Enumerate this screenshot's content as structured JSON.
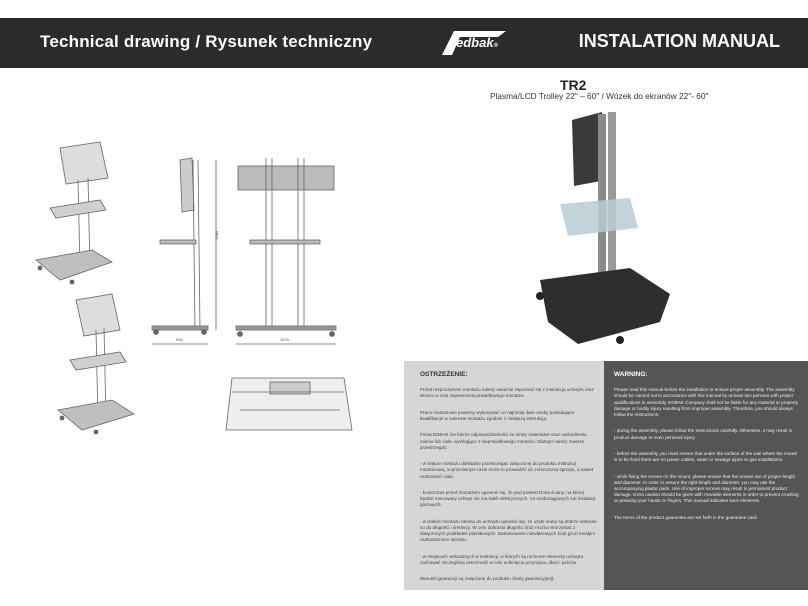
{
  "header": {
    "left_title": "Technical drawing / Rysunek techniczny",
    "right_title": "INSTALATION MANUAL",
    "logo_text": "edbak",
    "logo_mark": "®"
  },
  "product": {
    "name": "TR2",
    "subtitle": "Plasma/LCD Trolley 22\" – 60\" / Wózek do ekranów 22\"- 60\""
  },
  "dimensions": {
    "depth": "520",
    "width": "1070",
    "height": "1580"
  },
  "warning_pl": {
    "heading": "OSTRZEŻENIE:",
    "paragraphs": [
      "Przed rozpoczęciem montażu należy uważnie zapoznać się z instrukcją uchwytu oraz ekranu w celu zapewnienia prawidłowego montażu.",
      "Prace montażowe powinny wykonywać co najmniej dwie osoby posiadające kwalifikacje w zakresie montażu zgodnie z niniejszą instrukcją.",
      "Firma EDBAK nie bierze odpowiedzialności za straty materialne oraz uszkodzenia mienia lub ciała, wynikające z nieprawidłowego montażu. Dlatego należy zawsze przestrzegać:",
      "- w trakcie montażu dokładnie przestrzegać załączonej do produktu instrukcji montażowej, w przeciwnym razie może to prowadzić do zniszczenia sprzętu, a nawet uszkodzeń ciała.",
      "- koniecznie przed montażem upewnić się, że pod powierzchnią ściany, na której będzie mocowany uchwyt nie ma kabli elektrycznych, rur wodociągowych lub instalacji gazowych.",
      "- w trakcie montażu ekranu do uchwytu upewnić się, że użyte śruby są dobrze dobrane co do długości i średnicy. W celu dobrania długości śrub można skorzystać z dołączonych podkładek plastikowych. Zastosowanie niewłaściwych śrub grozi trwałym uszkodzeniem sprzętu.",
      "- w miejscach wskazanych w instrukcji, w których są ruchome elementy uchwytu zachować szczególną ostrożność w celu uniknięcia przycięcia, dłoni i palców."
    ],
    "footer": "Warunki gwarancji są załączone do produktu (karty gwarancyjnej)."
  },
  "warning_en": {
    "heading": "WARNING:",
    "paragraphs": [
      "Please read this manual before the installation to ensure proper assembly. The assembly should be carried out in accordance with this manual by at least two persons with proper qualifications in assembly. EDBAK Company shall not be liable for any material or property damage or bodily injury resulting from improper assembly. Therefore, you should always follow the instructions:",
      "- during the assembly, please follow the instructions carefully. Otherwise, it may result in product damage or even personal injury.",
      "- before the assembly you must ensure that under the surface of the wall where the mount is to be fixed there are no power cables, water or sewage pipes or gas installations.",
      "- while fixing the screen on the mount, please ensure that the screws are of proper length and diameter. In order to ensure the right length and diameter, you may use the accompanying plastic pads. Use of improper screws may result in permanent product damage. Extra caution should be given with movable elements in order to prevent crushing or pressing your hands or fingers. This manual indicates such elements."
    ],
    "footer": "The terms of the product guarantee are set forth in the guarantee card."
  },
  "colors": {
    "band": "#2b2b2b",
    "panel_pl": "#d6d6d6",
    "panel_en": "#555555"
  }
}
